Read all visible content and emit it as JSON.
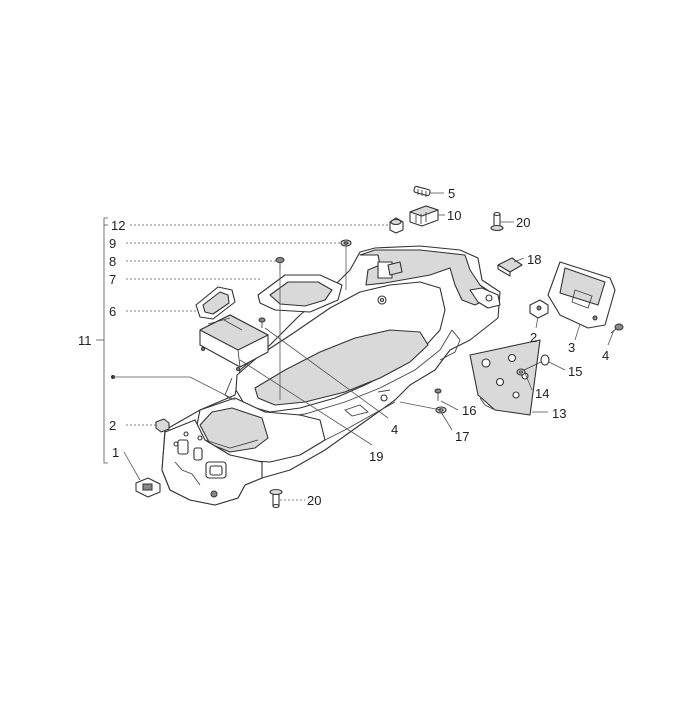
{
  "callouts": {
    "c1": "1",
    "c2a": "2",
    "c2b": "2",
    "c3": "3",
    "c4a": "4",
    "c4b": "4",
    "c5": "5",
    "c6": "6",
    "c7": "7",
    "c8": "8",
    "c9": "9",
    "c10": "10",
    "c11": "11",
    "c12": "12",
    "c13": "13",
    "c14": "14",
    "c15": "15",
    "c16": "16",
    "c17": "17",
    "c18": "18",
    "c19": "19",
    "c20a": "20",
    "c20b": "20"
  },
  "colors": {
    "line": "#333333",
    "fill": "#ffffff",
    "shade": "#d9d9d9"
  }
}
